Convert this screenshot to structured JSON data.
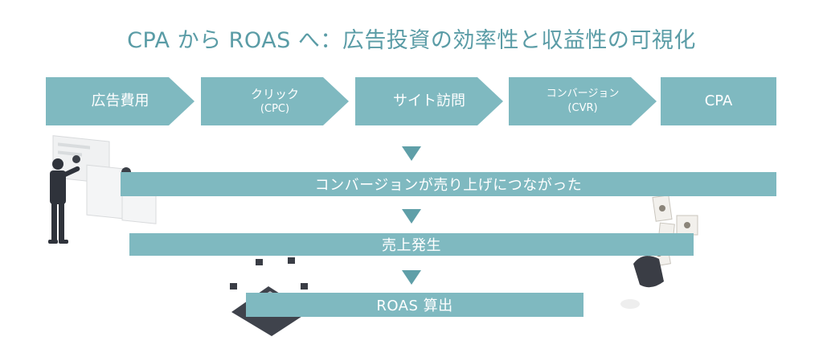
{
  "title": "CPA から ROAS へ：広告投資の効率性と収益性の可視化",
  "flow": [
    {
      "label": "広告費用",
      "sub": ""
    },
    {
      "label": "クリック",
      "sub": "(CPC)"
    },
    {
      "label": "サイト訪問",
      "sub": ""
    },
    {
      "label": "コンバージョン",
      "sub": "(CVR)"
    },
    {
      "label": "CPA",
      "sub": ""
    }
  ],
  "steps": [
    "コンバージョンが売り上げにつながった",
    "売上発生",
    "ROAS 算出"
  ],
  "colors": {
    "box": "#7fb9c0",
    "arrow": "#5f9fa8",
    "title": "#5a9ca6",
    "text": "#ffffff"
  }
}
